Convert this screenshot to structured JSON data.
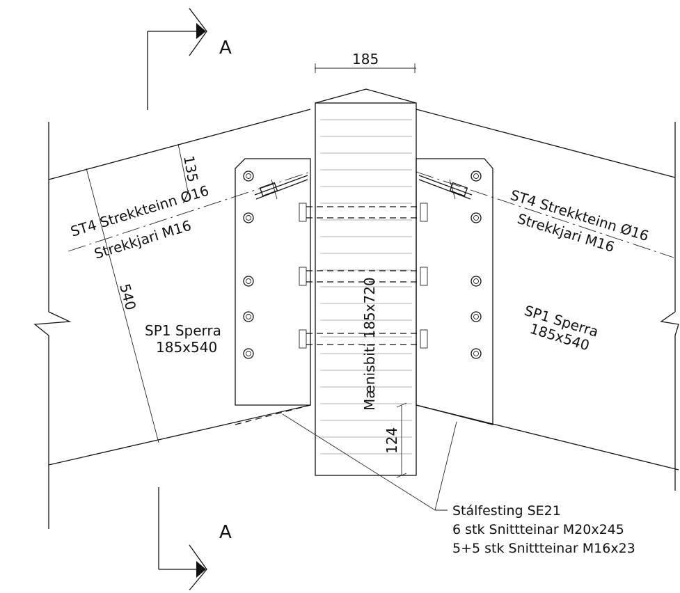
{
  "section_marks": {
    "top": "A",
    "bottom": "A"
  },
  "dimensions": {
    "ridge_width": "185",
    "rafter_depth": "540",
    "rod_offset": "135",
    "plate_overlap": "124"
  },
  "ridge_beam": {
    "label": "Mænisbiti 185x720"
  },
  "left_rafter": {
    "rod_label": "ST4 Strekkteinn Ø16",
    "tensioner_label": "Strekkjari M16",
    "name": "SP1 Sperra",
    "size": "185x540"
  },
  "right_rafter": {
    "rod_label": "ST4 Strekkteinn Ø16",
    "tensioner_label": "Strekkjari M16",
    "name": "SP1 Sperra",
    "size": "185x540"
  },
  "callout": {
    "line1": "Stálfesting SE21",
    "line2": "6 stk Snittteinar M20x245",
    "line3": "5+5 stk Snittteinar M16x23"
  }
}
